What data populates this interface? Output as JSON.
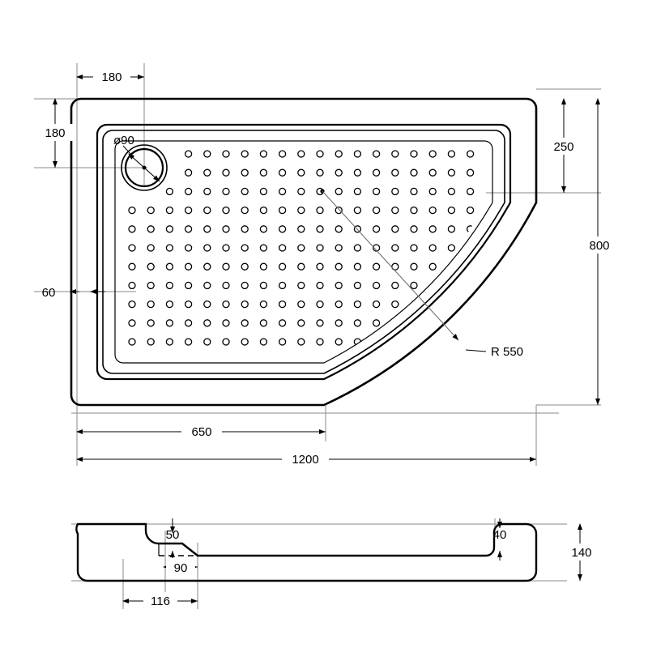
{
  "drawing": {
    "title": "Shower tray offset quadrant technical drawing",
    "units": "mm",
    "line_color": "#000000",
    "thin_line_color": "#808080",
    "background": "#ffffff"
  },
  "plan_view": {
    "name": "plan-view",
    "dimensions": {
      "drain_offset_x": "180",
      "drain_offset_y": "180",
      "drain_diameter": "ø90",
      "rim_width": "60",
      "straight_right_edge": "250",
      "overall_depth": "800",
      "straight_bottom_edge": "650",
      "overall_width": "1200",
      "corner_radius": "R 550"
    }
  },
  "section_view": {
    "name": "section-view",
    "dimensions": {
      "floor_drop": "50",
      "drain_well_width": "90",
      "drain_well_offset": "116",
      "rim_lip": "40",
      "overall_height": "140"
    }
  },
  "labels": {
    "d180_top": "180",
    "d180_left": "180",
    "d90": "ø90",
    "d60": "60",
    "d250": "250",
    "d800": "800",
    "d650": "650",
    "d1200": "1200",
    "r550": "R 550",
    "s50": "50",
    "s90": "90",
    "s116": "116",
    "s40": "40",
    "s140": "140"
  }
}
